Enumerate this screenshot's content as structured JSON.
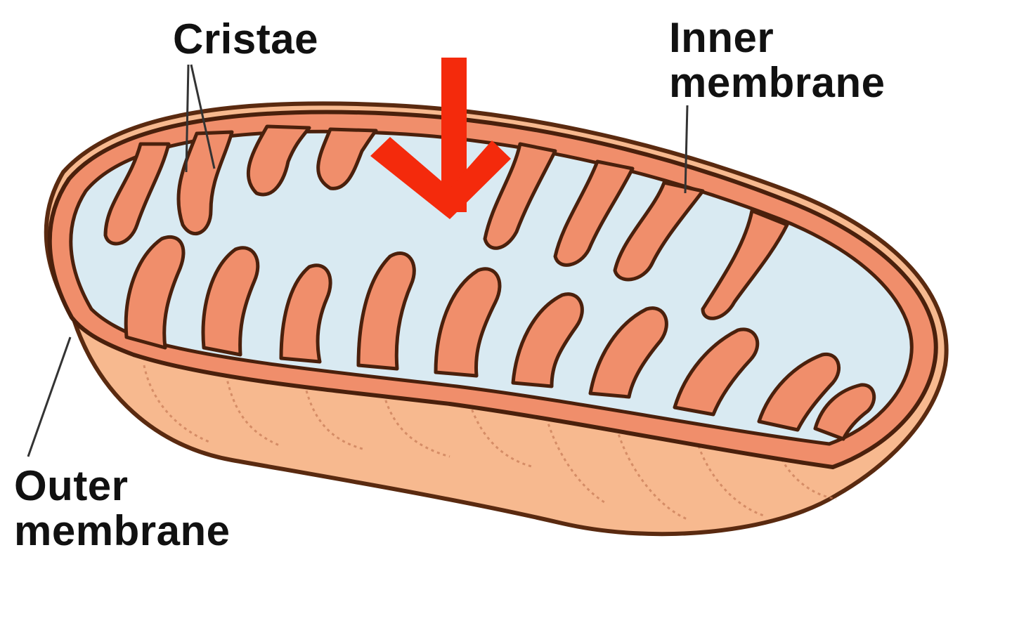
{
  "labels": {
    "cristae": "Cristae",
    "inner_line1": "Inner",
    "inner_line2": "membrane",
    "outer_line1": "Outer",
    "outer_line2": "membrane"
  },
  "colors": {
    "outer_body": "#f7b98f",
    "outer_edge": "#5a2a10",
    "intermembrane": "#f08e6b",
    "matrix": "#d9eaf2",
    "crista_fill": "#f08e6b",
    "arrow": "#f42a0c",
    "leader_line": "#333333",
    "text": "#111111"
  },
  "arrow": {
    "direction": "down"
  },
  "cristae_count": 18
}
